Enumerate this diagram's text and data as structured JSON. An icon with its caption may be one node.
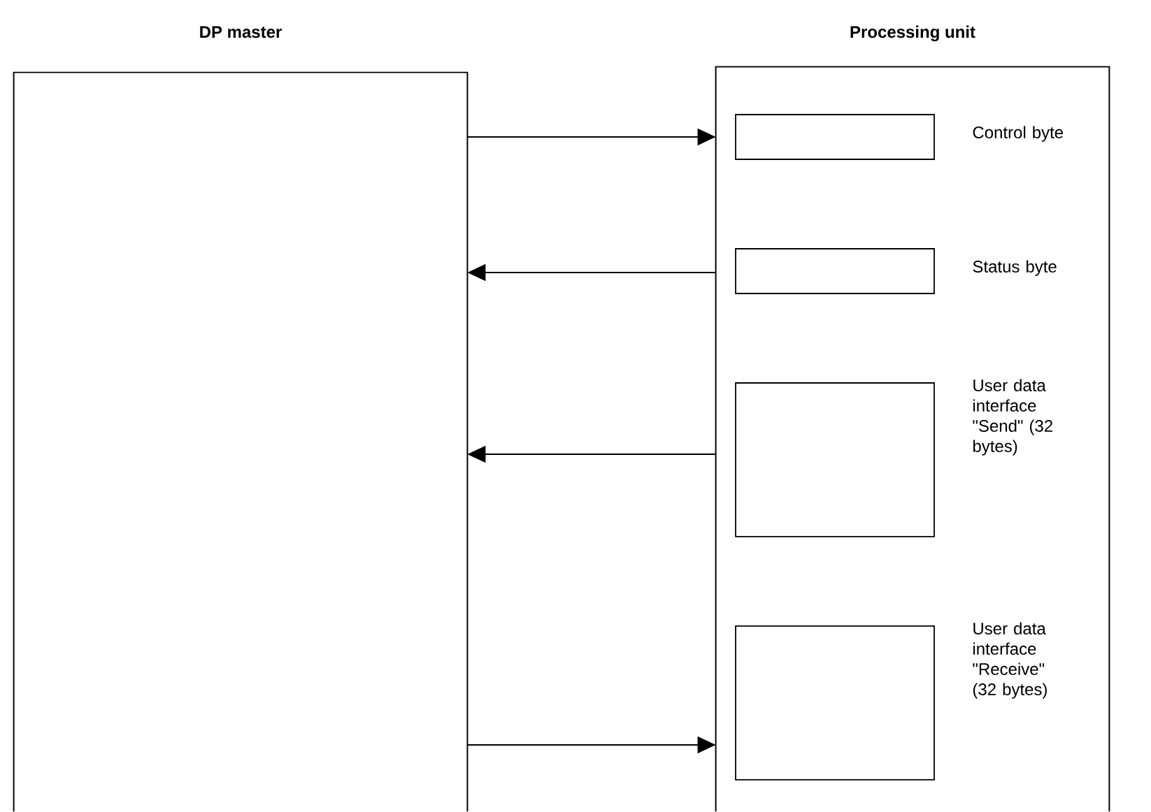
{
  "diagram": {
    "nodes": [
      {
        "text": [
          "DP master"
        ]
      },
      {
        "text": [
          "Processing unit"
        ]
      },
      {
        "text": [],
        "shape": "box",
        "in": 1,
        "beside": [
          "Control byte"
        ]
      },
      {
        "text": [],
        "shape": "box",
        "in": 1,
        "beside": [
          "Status byte"
        ]
      },
      {
        "text": [],
        "shape": "box",
        "in": 1,
        "beside": [
          "User data interface \"Send\" (32 bytes)"
        ]
      },
      {
        "text": [],
        "shape": "box",
        "in": 1,
        "beside": [
          "User data interface \"Receive\" (32 bytes)"
        ]
      }
    ],
    "edges": [
      {
        "from": 0,
        "to": 1,
        "arrow": "to"
      },
      {
        "from": 1,
        "to": 0,
        "arrow": "to"
      },
      {
        "from": 1,
        "to": 0,
        "arrow": "to"
      },
      {
        "from": 0,
        "to": 1,
        "arrow": "to"
      }
    ]
  }
}
